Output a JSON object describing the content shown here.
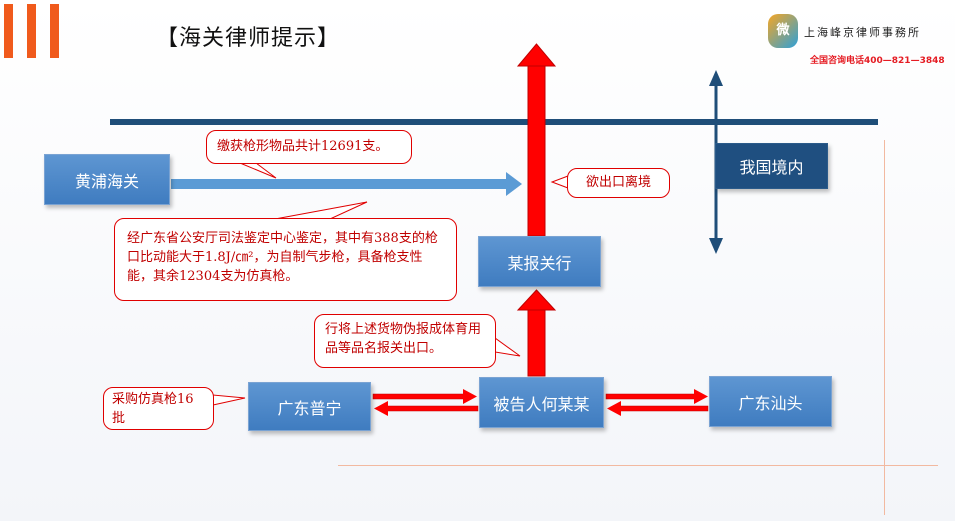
{
  "header": {
    "title": "【海关律师提示】",
    "firm_name": "上海峰京律师事務所",
    "firm_phone": "全国咨询电话400—821—3848",
    "logo_glyph": "微"
  },
  "nodes": {
    "huangpu": "黄浦海关",
    "country": "我国境内",
    "broker": "某报关行",
    "defendant": "被告人何某某",
    "puning": "广东普宁",
    "shantou": "广东汕头"
  },
  "callouts": {
    "seized": "缴获枪形物品共计12691支。",
    "export": "欲出口离境",
    "appraisal": "经广东省公安厅司法鉴定中心鉴定，其中有388支的枪口比动能大于1.8J/㎝²，为自制气步枪，具备枪支性能，其余12304支为仿真枪。",
    "declare": "行将上述货物伪报成体育用品等品名报关出口。",
    "purchase": "采购仿真枪16批"
  },
  "colors": {
    "accent_bar": "#f05a1c",
    "node_blue": "#4a86c8",
    "node_dark": "#1f4f80",
    "arrow_red": "#ff0000",
    "arrow_light": "#5b9bd5",
    "border_line": "#1f4e79"
  }
}
